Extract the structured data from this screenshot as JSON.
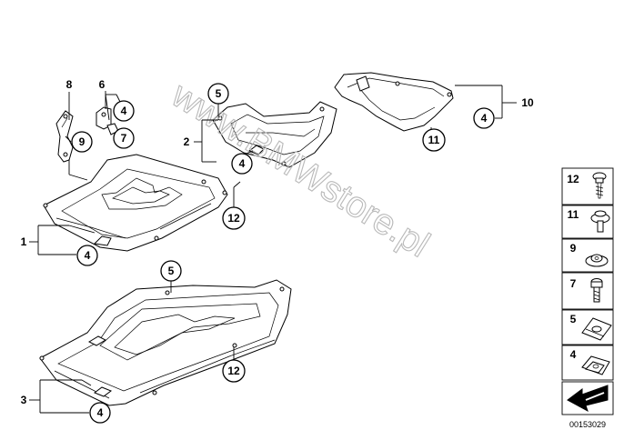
{
  "watermark": "www.BMWstore.pl",
  "callouts": {
    "c1": "1",
    "c2": "2",
    "c3": "3",
    "c4a": "4",
    "c4b": "4",
    "c4c": "4",
    "c4d": "4",
    "c4e": "4",
    "c5a": "5",
    "c5b": "5",
    "c6": "6",
    "c7": "7",
    "c8": "8",
    "c9": "9",
    "c10": "10",
    "c11": "11",
    "c12a": "12",
    "c12b": "12"
  },
  "legend": [
    "12",
    "11",
    "9",
    "7",
    "5",
    "4"
  ],
  "diagram_code": "00153029"
}
